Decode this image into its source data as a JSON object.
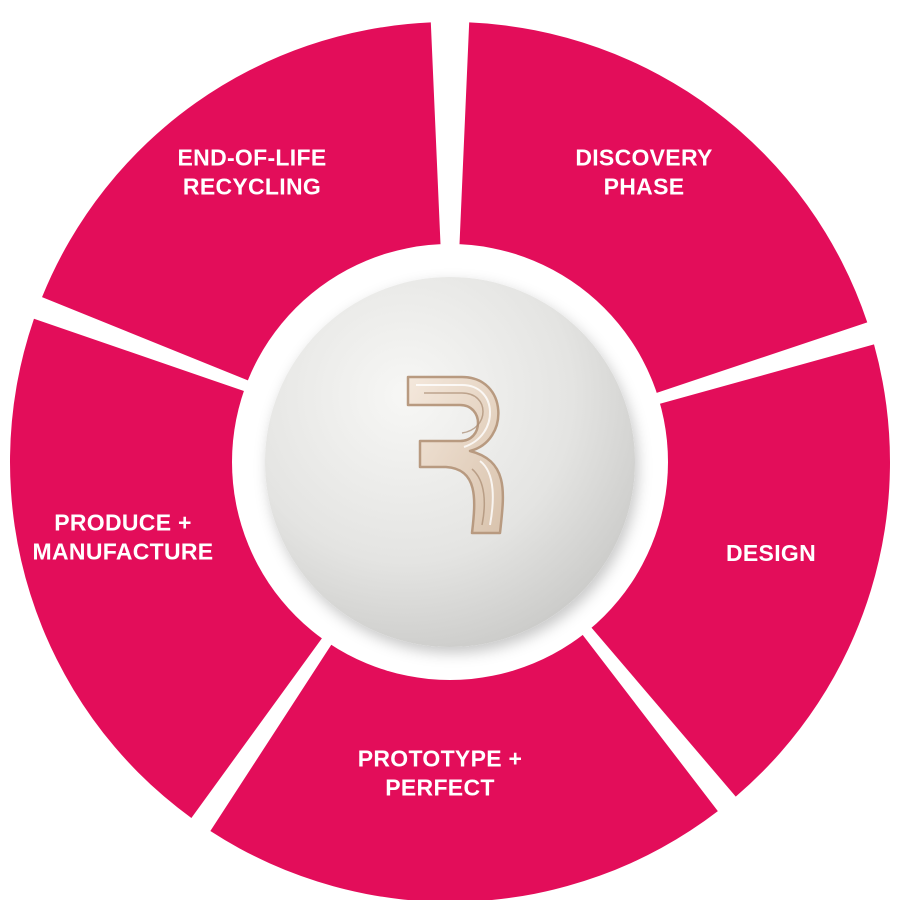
{
  "colors": {
    "segment": "#E30D5A",
    "label": "#ffffff",
    "hub_ring": "#ffffff",
    "hub_disc": "#e6e6e4"
  },
  "segments": [
    {
      "id": "discovery",
      "lines": [
        "DISCOVERY",
        "PHASE"
      ]
    },
    {
      "id": "design",
      "lines": [
        "DESIGN"
      ]
    },
    {
      "id": "prototype",
      "lines": [
        "PROTOTYPE +",
        "PERFECT"
      ]
    },
    {
      "id": "produce",
      "lines": [
        "PRODUCE +",
        "MANUFACTURE"
      ]
    },
    {
      "id": "recycling",
      "lines": [
        "END-OF-LIFE",
        "RECYCLING"
      ]
    }
  ],
  "hub": {
    "icon": "r-logo-icon"
  }
}
